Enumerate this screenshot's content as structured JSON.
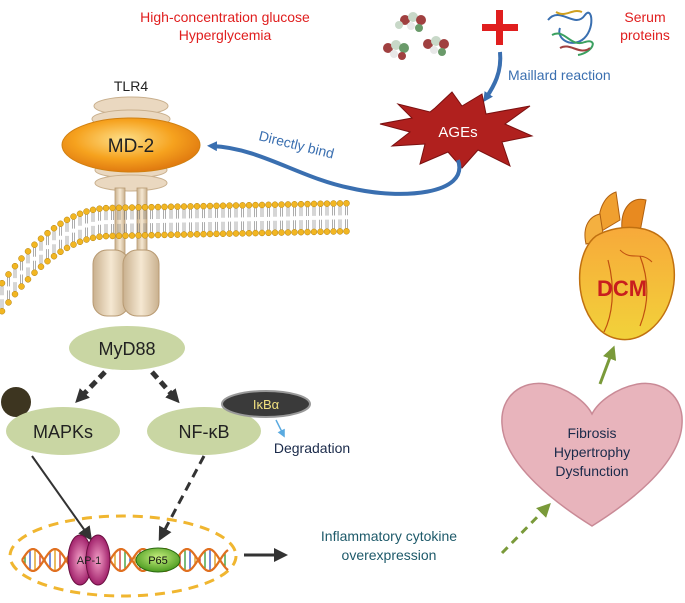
{
  "stimulus": {
    "line1": "High-concentration glucose",
    "line2": "Hyperglycemia"
  },
  "serum": {
    "line1": "Serum",
    "line2": "proteins"
  },
  "maillard_label": "Maillard reaction",
  "ages_label": "AGEs",
  "directly_bind_label": "Directly bind",
  "tlr4_label": "TLR4",
  "md2_label": "MD-2",
  "myd88_label": "MyD88",
  "mapks_label": "MAPKs",
  "nfkb_label": "NF-κB",
  "ikba_label": "IκBα",
  "degradation_label": "Degradation",
  "ap1_label": "AP-1",
  "p65_label": "P65",
  "cytokine": {
    "line1": "Inflammatory cytokine",
    "line2": "overexpression"
  },
  "outcome": {
    "line1": "Fibrosis",
    "line2": "Hypertrophy",
    "line3": "Dysfunction"
  },
  "dcm_label": "DCM",
  "colors": {
    "red_text": "#e01e1e",
    "blue_text": "#3a6fb0",
    "md2_orange": "#f6a21e",
    "ages_red": "#b0201e",
    "green_node": "#c9d6a3",
    "heart_pink": "#e8b4bc",
    "arrow_green": "#7a9a3a",
    "nucleus_border": "#f0b630"
  }
}
